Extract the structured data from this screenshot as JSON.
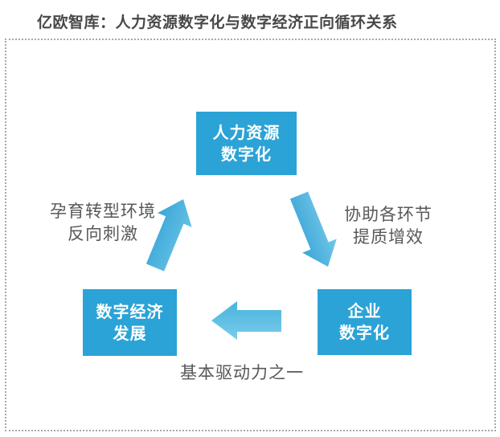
{
  "title": "亿欧智库：人力资源数字化与数字经济正向循环关系",
  "diagram": {
    "nodes": [
      {
        "id": "hr-digitalization",
        "line1": "人力资源",
        "line2": "数字化"
      },
      {
        "id": "digital-economy-development",
        "line1": "数字经济",
        "line2": "发展"
      },
      {
        "id": "enterprise-digitalization",
        "line1": "企业",
        "line2": "数字化"
      }
    ],
    "edge_labels": {
      "economy_to_hr": {
        "line1": "孕育转型环境",
        "line2": "反向刺激"
      },
      "hr_to_enterprise": {
        "line1": "协助各环节",
        "line2": "提质增效"
      },
      "enterprise_to_economy": {
        "line1": "基本驱动力之一"
      }
    },
    "colors": {
      "node_fill": "#2BA3D6",
      "node_text": "#FFFFFF",
      "arrow_dark": "#2F9FD3",
      "arrow_light": "#7DCDEC",
      "label_text": "#57585A",
      "title_text": "#48484A",
      "panel_border": "#A8A8A8"
    }
  }
}
